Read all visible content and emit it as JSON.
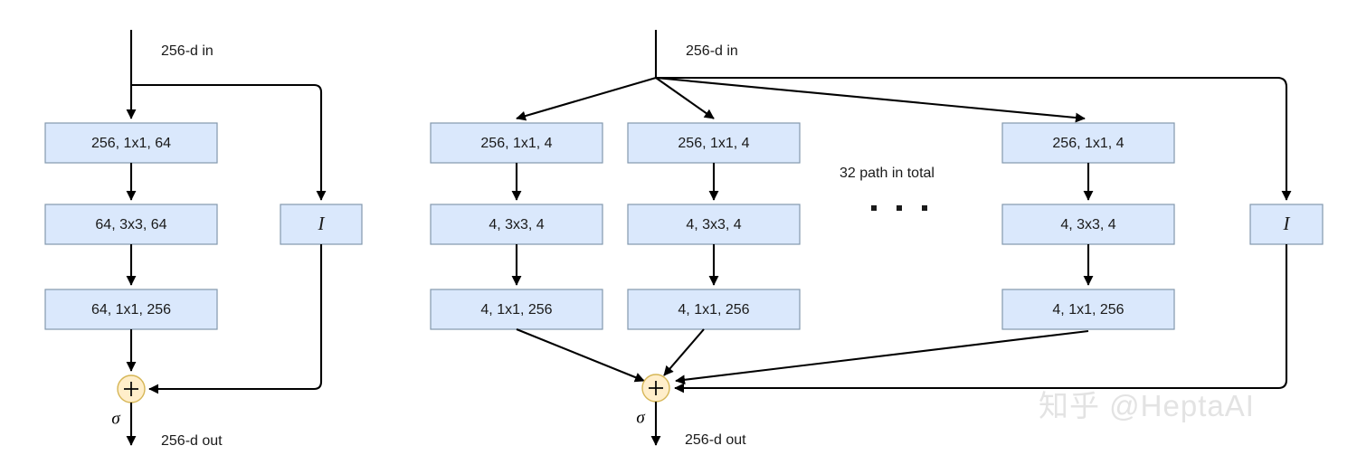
{
  "figure": {
    "type": "diagram",
    "subtype": "neural-network-block-diagram",
    "background_color": "#ffffff",
    "box_fill_color": "#dae8fc",
    "box_stroke_color": "#8398ad",
    "sum_node_fill_color": "#ffeeca",
    "sum_node_stroke_color": "#d6b656",
    "edge_color": "#000000"
  },
  "left_block": {
    "input_label": "256-d in",
    "output_label": "256-d out",
    "activation_label": "σ",
    "sum_symbol": "+",
    "layers": [
      {
        "label": "256, 1x1, 64"
      },
      {
        "label": "64, 3x3, 64"
      },
      {
        "label": "64, 1x1, 256"
      }
    ],
    "shortcut": {
      "label": "I"
    }
  },
  "right_block": {
    "input_label": "256-d in",
    "output_label": "256-d out",
    "activation_label": "σ",
    "sum_symbol": "+",
    "path_count_label": "32 path in total",
    "ellipsis": "· · ·",
    "paths": [
      {
        "layers": [
          {
            "label": "256, 1x1, 4"
          },
          {
            "label": "4, 3x3, 4"
          },
          {
            "label": "4, 1x1, 256"
          }
        ]
      },
      {
        "layers": [
          {
            "label": "256, 1x1, 4"
          },
          {
            "label": "4, 3x3, 4"
          },
          {
            "label": "4, 1x1, 256"
          }
        ]
      },
      {
        "layers": [
          {
            "label": "256, 1x1, 4"
          },
          {
            "label": "4, 3x3, 4"
          },
          {
            "label": "4, 1x1, 256"
          }
        ]
      }
    ],
    "shortcut": {
      "label": "I"
    }
  },
  "watermark": {
    "text": "知乎 @HeptaAI",
    "color": "#e3e3e3"
  }
}
